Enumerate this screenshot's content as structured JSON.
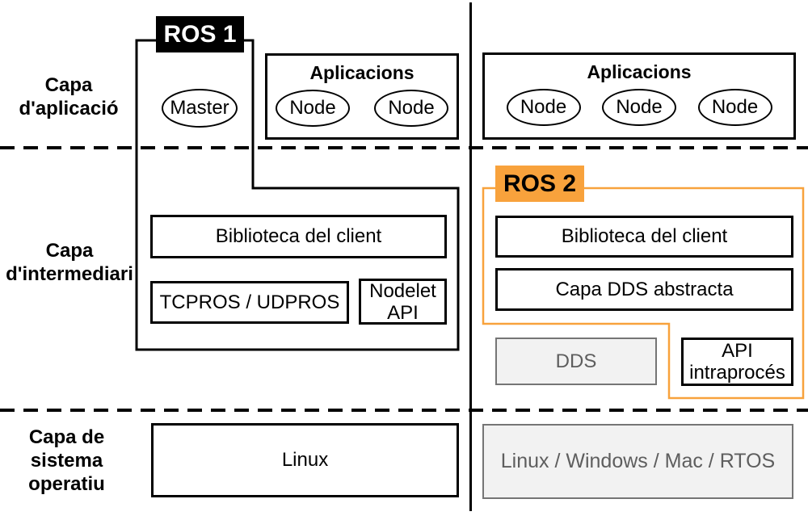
{
  "colors": {
    "orange": "#F8A23C",
    "gray_fill": "#F2F2F2",
    "gray_border": "#757575",
    "gray_text": "#5E5E5E"
  },
  "layer_labels": {
    "application": "Capa\nd'aplicació",
    "middleware": "Capa\nd'intermediari",
    "os": "Capa de\nsistema\noperatiu"
  },
  "ros1": {
    "badge": "ROS 1",
    "master_node": "Master",
    "applications_title": "Aplicacions",
    "nodes": [
      "Node",
      "Node"
    ],
    "client_library": "Biblioteca del client",
    "transport": "TCPROS / UDPROS",
    "nodelet_api": "Nodelet\nAPI",
    "operating_system": "Linux"
  },
  "ros2": {
    "badge": "ROS 2",
    "applications_title": "Aplicacions",
    "nodes": [
      "Node",
      "Node",
      "Node"
    ],
    "client_library": "Biblioteca del client",
    "dds_abstract_layer": "Capa DDS abstracta",
    "dds": "DDS",
    "intraprocess_api": "API\nintraprocés",
    "operating_system": "Linux / Windows / Mac / RTOS"
  }
}
